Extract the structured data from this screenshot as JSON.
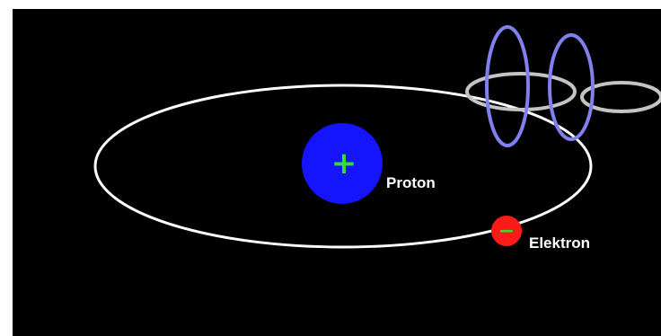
{
  "diagram": {
    "background_color": "#000000",
    "orbit_color": "#ffffff",
    "proton": {
      "label": "Proton",
      "sign": "+",
      "color": "#1414ff",
      "sign_color": "#33dd33"
    },
    "electron": {
      "label": "Elektron",
      "sign": "−",
      "color": "#ff1a1a",
      "sign_color": "#33dd33"
    },
    "field_loops": {
      "vertical_color": "#8080ee",
      "horizontal_color": "#c4c4c4",
      "vertical_count": 2,
      "horizontal_count": 2
    }
  }
}
